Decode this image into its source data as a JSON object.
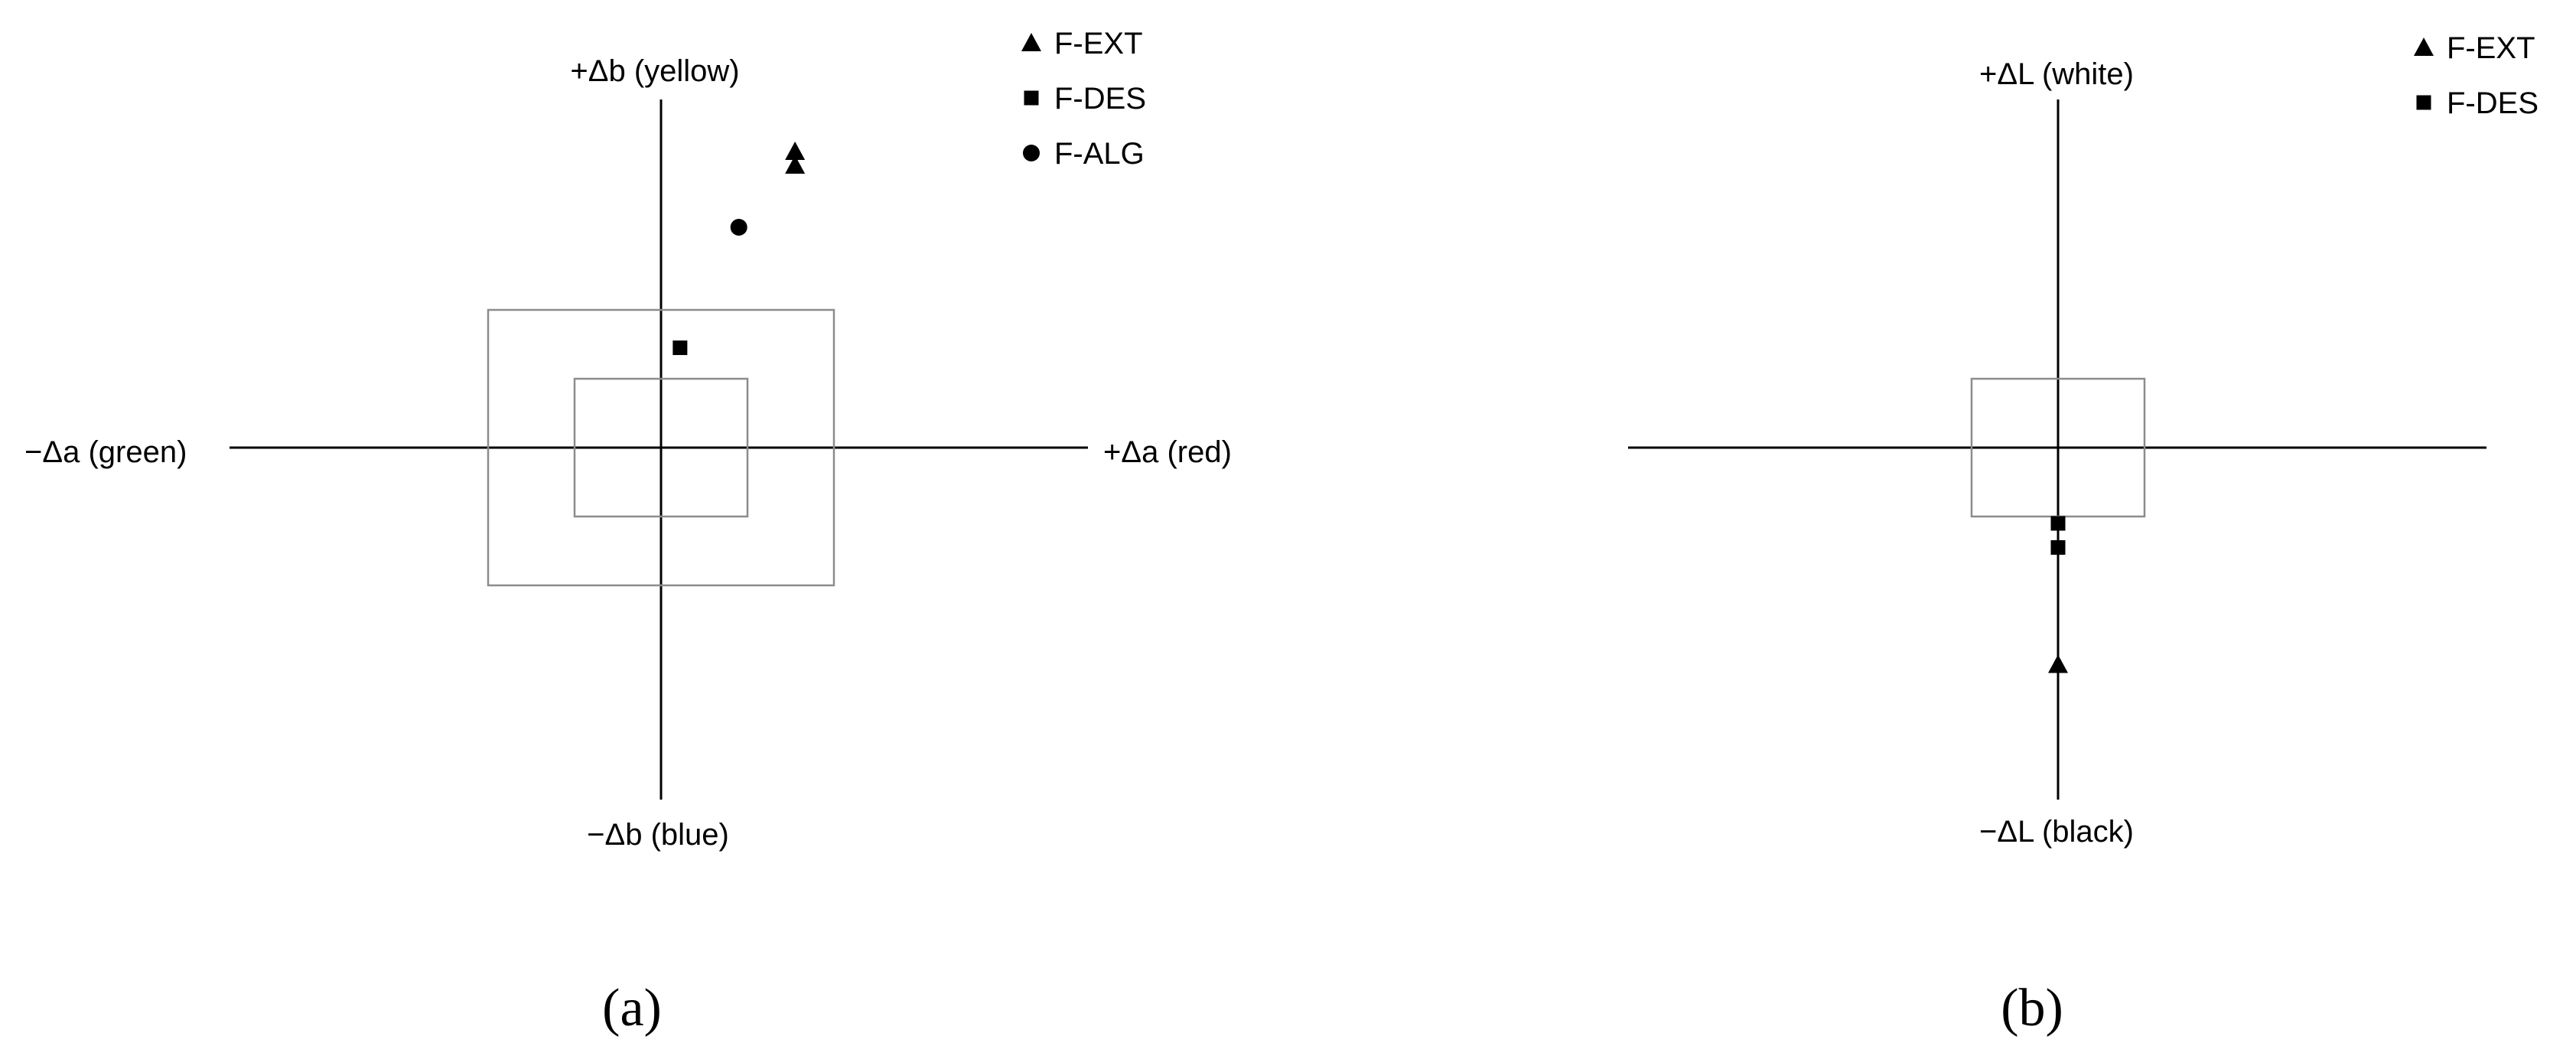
{
  "chart_data": [
    {
      "panel": "(a)",
      "type": "scatter",
      "x_axis": {
        "positive_label": "+Δa (red)",
        "negative_label": "−Δa (green)"
      },
      "y_axis": {
        "positive_label": "+Δb (yellow)",
        "negative_label": "−Δb (blue)"
      },
      "xlim": [
        -6,
        6
      ],
      "ylim": [
        -5,
        5
      ],
      "tolerance_boxes": [
        {
          "x_range": [
            -1,
            1
          ],
          "y_range": [
            -1,
            1
          ]
        },
        {
          "x_range": [
            -2,
            2
          ],
          "y_range": [
            -2,
            2
          ]
        }
      ],
      "legend": [
        {
          "name": "F-EXT",
          "marker": "triangle"
        },
        {
          "name": "F-DES",
          "marker": "square"
        },
        {
          "name": "F-ALG",
          "marker": "circle"
        }
      ],
      "series": [
        {
          "name": "F-EXT",
          "marker": "triangle",
          "points": [
            {
              "x": 1.55,
              "y": 4.3
            },
            {
              "x": 1.55,
              "y": 4.1
            }
          ]
        },
        {
          "name": "F-DES",
          "marker": "square",
          "points": [
            {
              "x": 0.22,
              "y": 1.45
            }
          ]
        },
        {
          "name": "F-ALG",
          "marker": "circle",
          "points": [
            {
              "x": 0.9,
              "y": 3.2
            }
          ]
        }
      ],
      "legend_position": "top-right"
    },
    {
      "panel": "(b)",
      "type": "scatter",
      "y_axis": {
        "positive_label": "+ΔL (white)",
        "negative_label": "−ΔL (black)"
      },
      "xlim": [
        -5,
        5
      ],
      "ylim": [
        -5,
        5
      ],
      "tolerance_boxes": [
        {
          "x_range": [
            -1,
            1
          ],
          "y_range": [
            -1,
            1
          ]
        }
      ],
      "legend": [
        {
          "name": "F-EXT",
          "marker": "triangle"
        },
        {
          "name": "F-DES",
          "marker": "square"
        }
      ],
      "series": [
        {
          "name": "F-EXT",
          "marker": "triangle",
          "points": [
            {
              "x": 0,
              "y": -3.15
            }
          ]
        },
        {
          "name": "F-DES",
          "marker": "square",
          "points": [
            {
              "x": 0,
              "y": -1.1
            },
            {
              "x": 0,
              "y": -1.45
            }
          ]
        }
      ],
      "legend_position": "top-right"
    }
  ]
}
